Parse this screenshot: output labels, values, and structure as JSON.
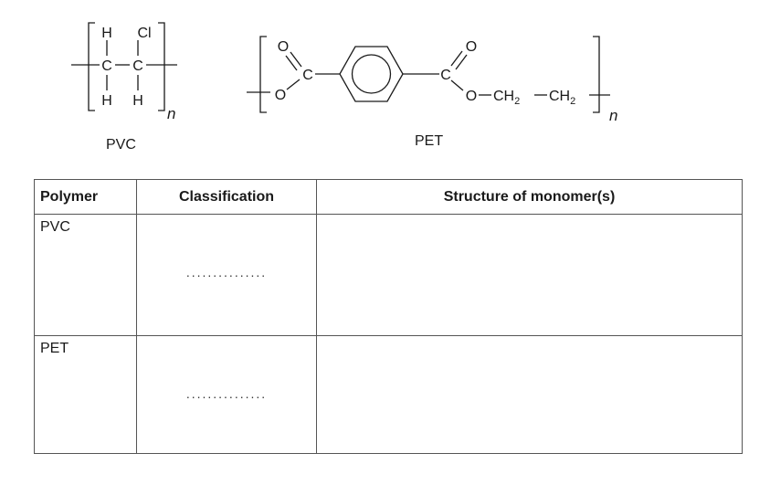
{
  "structures": {
    "pvc": {
      "atoms": {
        "h1": "H",
        "cl": "Cl",
        "c1": "C",
        "c2": "C",
        "h2": "H",
        "h3": "H",
        "n": "n"
      },
      "caption": "PVC"
    },
    "pet": {
      "atoms": {
        "o1": "O",
        "c1": "C",
        "o2": "O",
        "c2": "C",
        "o3": "O",
        "o4": "O",
        "ch2a": "CH",
        "sub2a": "2",
        "ch2b": "CH",
        "sub2b": "2",
        "n": "n"
      },
      "caption": "PET"
    }
  },
  "table": {
    "headers": [
      "Polymer",
      "Classification",
      "Structure of monomer(s)"
    ],
    "rows": [
      {
        "polymer": "PVC",
        "classification": "..............."
      },
      {
        "polymer": "PET",
        "classification": "..............."
      }
    ]
  }
}
